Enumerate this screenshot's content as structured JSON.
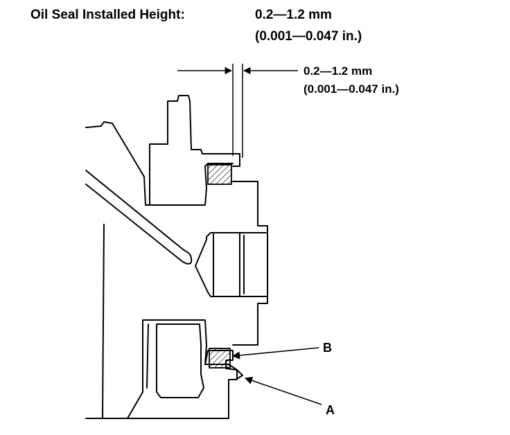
{
  "header": {
    "title": "Oil Seal Installed Height:",
    "spec_mm": "0.2—1.2 mm",
    "spec_in": "(0.001—0.047 in.)"
  },
  "dimension": {
    "value_mm": "0.2—1.2 mm",
    "value_in": "(0.001—0.047 in.)"
  },
  "callouts": {
    "b": "B",
    "a": "A"
  },
  "colors": {
    "ink": "#000000",
    "paper": "#ffffff"
  }
}
